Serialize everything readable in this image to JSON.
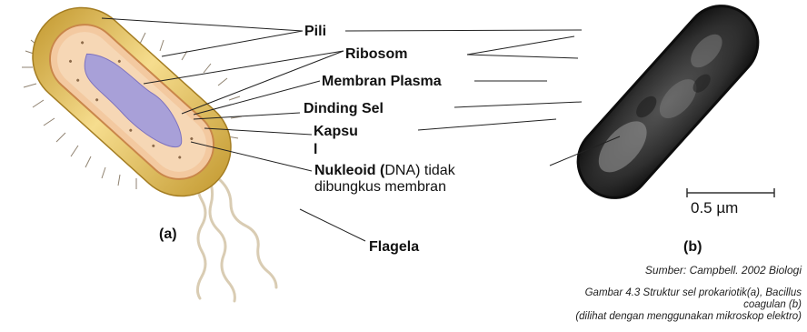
{
  "labels": {
    "pili": "Pili",
    "ribosom": "Ribosom",
    "membran_plasma": "Membran Plasma",
    "dinding_sel": "Dinding Sel",
    "kapsul_line1": "Kapsu",
    "kapsul_line2": "l",
    "nukleoid_bold": "Nukleoid (",
    "nukleoid_rest": "DNA) tidak",
    "nukleoid_line2": "dibungkus membran",
    "flagela": "Flagela",
    "panel_a": "(a)",
    "panel_b": "(b)",
    "scale_bar": "0.5 µm"
  },
  "caption": {
    "source": "Sumber: Campbell. 2002 Biologi",
    "line1": "Gambar  4.3 Struktur sel prokariotik(a), Bacillus",
    "line2": "coagulan (b)",
    "line3": "(dilihat dengan menggunakan mikroskop elektro)"
  }
}
